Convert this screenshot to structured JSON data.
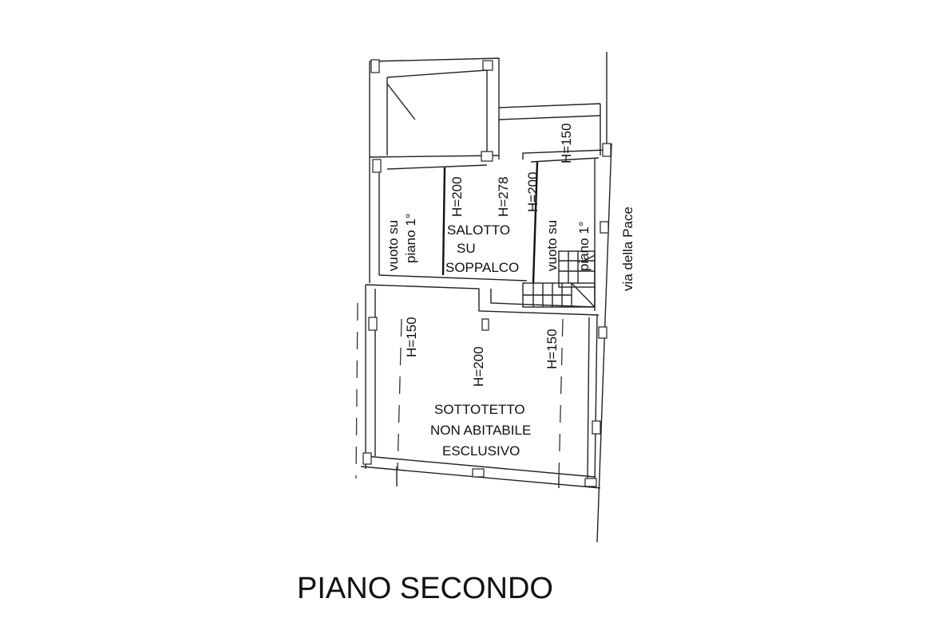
{
  "title": "PIANO SECONDO",
  "street": "via della Pace",
  "rooms": {
    "void_left": [
      "vuoto su",
      "piano 1°"
    ],
    "void_right": [
      "vuoto su",
      "piano 1°"
    ],
    "salotto": [
      "SALOTTO",
      "SU",
      "SOPPALCO"
    ],
    "sottotetto": [
      "SOTTOTETTO",
      "NON ABITABILE",
      "ESCLUSIVO"
    ]
  },
  "heights": {
    "upper_right": "H=150",
    "salotto_left": "H=200",
    "salotto_center": "H=278",
    "salotto_right": "H=200",
    "attic_left": "H=150",
    "attic_center": "H=200",
    "attic_right": "H=150"
  }
}
